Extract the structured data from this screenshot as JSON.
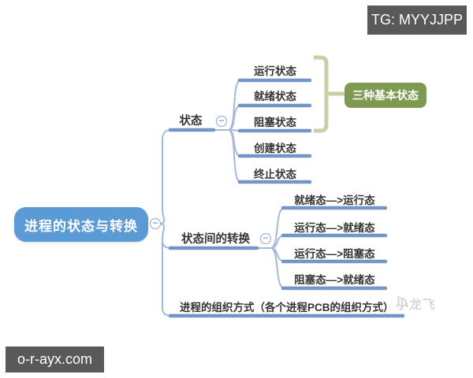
{
  "overlays": {
    "top_right_badge": "TG: MYYJJPP",
    "bottom_left_badge": "o-r-ayx.com",
    "watermark": "小龙飞"
  },
  "mindmap": {
    "root_label": "进程的状态与转换",
    "collapse_glyph": "−",
    "branch_states": {
      "label": "状态",
      "children": [
        "运行状态",
        "就绪状态",
        "阻塞状态",
        "创建状态",
        "终止状态"
      ],
      "summary_label": "三种基本状态"
    },
    "branch_transitions": {
      "label": "状态间的转换",
      "children": [
        "就绪态—>运行态",
        "运行态—>就绪态",
        "运行态—>阻塞态",
        "阻塞态—>就绪态"
      ]
    },
    "branch_organization": {
      "label": "进程的组织方式（各个进程PCB的组织方式）"
    }
  },
  "colors": {
    "root_node": "#5B9BD5",
    "summary_node": "#7E9A50",
    "branch_line": "#7396C8",
    "connector": "#A6B8DA",
    "bracket": "#C9CFA4",
    "badge_bg": "#595959",
    "text": "#333333",
    "watermark": "#C8C8C8"
  }
}
